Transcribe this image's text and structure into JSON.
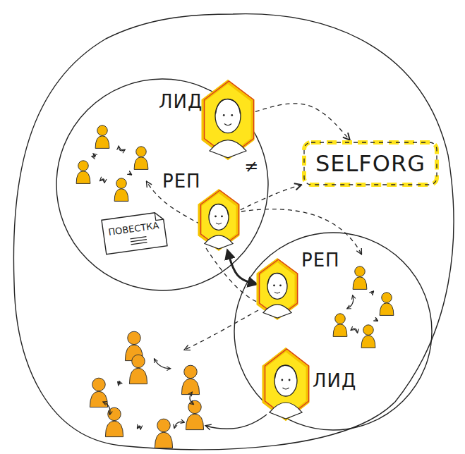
{
  "diagram": {
    "nodes": [
      {
        "text": [
          "ЛИД"
        ]
      },
      {
        "text": [
          "РЕП"
        ]
      },
      {
        "text": [
          "ПОВЕСТКА"
        ]
      },
      {
        "text": [
          "SELFORG"
        ]
      },
      {
        "text": [
          "РЕП"
        ]
      },
      {
        "text": [
          "ЛИД"
        ]
      }
    ],
    "edges": [
      {
        "from": 0,
        "to": 3,
        "arrow": "to"
      },
      {
        "from": 1,
        "to": 3,
        "arrow": "to"
      },
      {
        "from": 1,
        "to": 4,
        "arrow": "both"
      }
    ],
    "labels": [
      "≠"
    ]
  }
}
